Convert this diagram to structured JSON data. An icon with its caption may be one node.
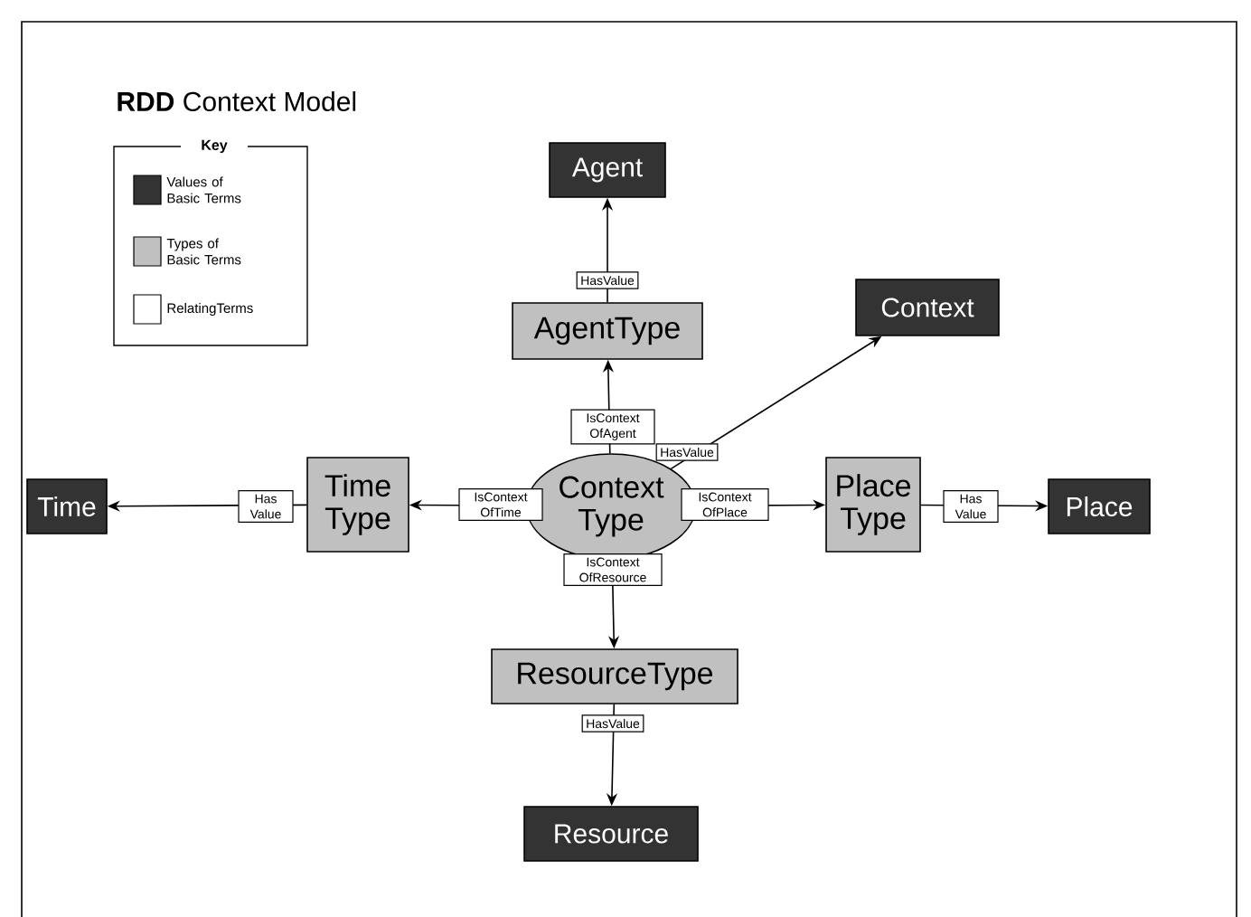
{
  "diagram": {
    "title": "**RDD** Context Model",
    "nodes": [
      {
        "text": [
          "Agent"
        ]
      },
      {
        "text": [
          "AgentType"
        ]
      },
      {
        "text": [
          "Context"
        ]
      },
      {
        "text": [
          "Time"
        ]
      },
      {
        "text": [
          "Time Type"
        ]
      },
      {
        "text": [
          "Context Type"
        ]
      },
      {
        "text": [
          "Place Type"
        ]
      },
      {
        "text": [
          "Place"
        ]
      },
      {
        "text": [
          "ResourceType"
        ]
      },
      {
        "text": [
          "Resource"
        ]
      }
    ],
    "edges": [
      {
        "from": 1,
        "to": 0,
        "arrow": "to",
        "label": "HasValue"
      },
      {
        "from": 5,
        "to": 1,
        "arrow": "to",
        "label": "IsContext OfAgent"
      },
      {
        "from": 5,
        "to": 2,
        "arrow": "to",
        "label": "HasValue"
      },
      {
        "from": 4,
        "to": 3,
        "arrow": "to",
        "label": "Has Value"
      },
      {
        "from": 5,
        "to": 4,
        "arrow": "to",
        "label": "IsContext OfTime"
      },
      {
        "from": 5,
        "to": 6,
        "arrow": "to",
        "label": "IsContext OfPlace"
      },
      {
        "from": 6,
        "to": 7,
        "arrow": "to",
        "label": "Has Value"
      },
      {
        "from": 5,
        "to": 8,
        "arrow": "to",
        "label": "IsContext OfResource"
      },
      {
        "from": 8,
        "to": 9,
        "arrow": "to",
        "label": "HasValue"
      }
    ],
    "labels": [
      "Key"
    ],
    "legend": [
      {
        "text": "Values of Basic Terms",
        "color": "#333333"
      },
      {
        "text": "Types of Basic Terms",
        "color": "#c0c0c0"
      },
      {
        "text": "RelatingTerms"
      }
    ]
  }
}
